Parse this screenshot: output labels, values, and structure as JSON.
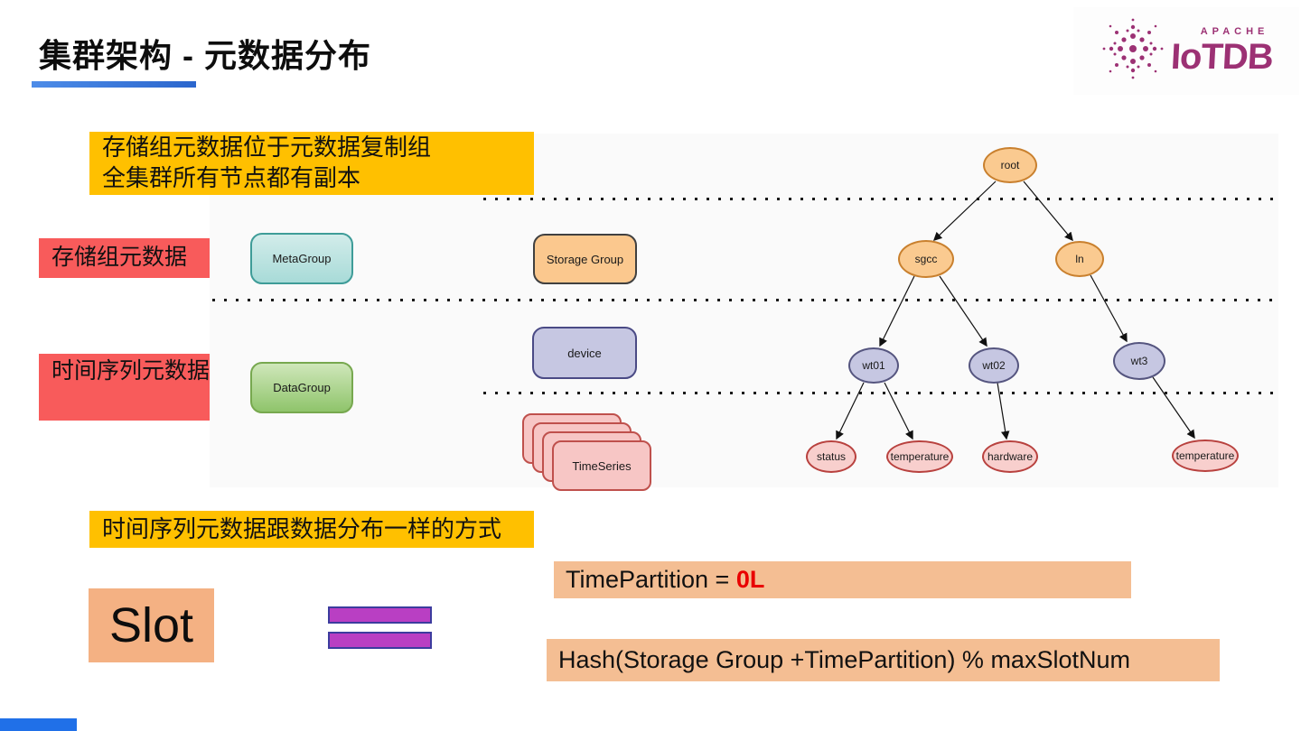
{
  "slide": {
    "title": "集群架构 - 元数据分布"
  },
  "logo": {
    "apache": "APACHE",
    "brand": "IoTDB"
  },
  "callouts": {
    "metadata_replica": {
      "line1": "存储组元数据位于元数据复制组",
      "line2": "全集群所有节点都有副本"
    },
    "sg_metadata_label": "存储组元数据",
    "ts_metadata_label": "时间序列元数据",
    "ts_distribution": "时间序列元数据跟数据分布一样的方式"
  },
  "groups": {
    "meta_group": "MetaGroup",
    "data_group": "DataGroup"
  },
  "levels": {
    "storage_group": "Storage Group",
    "device": "device",
    "timeseries": "TimeSeries"
  },
  "tree": {
    "root": "root",
    "sgcc": "sgcc",
    "ln": "ln",
    "wt01": "wt01",
    "wt02": "wt02",
    "wt3": "wt3",
    "status": "status",
    "temperature1": "temperature",
    "hardware": "hardware",
    "temperature2": "temperature"
  },
  "slot": {
    "label": "Slot"
  },
  "formulas": {
    "time_partition_prefix": "TimePartition = ",
    "time_partition_value": "0L",
    "hash": "Hash(Storage Group +TimePartition) % maxSlotNum"
  },
  "colors": {
    "accent_blue": "#2b66cd",
    "callout_yellow": "#ffc000",
    "label_red": "#f85b5b",
    "meta_teal": "#a8dbd8",
    "data_green": "#8fc46b",
    "storage_orange": "#fbc88e",
    "device_lavender": "#c6c7e2",
    "timeseries_pink": "#f7c6c5",
    "node_orange": "#faca90",
    "node_lavender": "#c6c7e2",
    "node_pink": "#f8cfcd",
    "slot_peach": "#f4b183",
    "formula_peach": "#f4be93",
    "bar_purple": "#b93fc3",
    "highlight_red": "#e90000",
    "brand_purple": "#9c3174"
  }
}
